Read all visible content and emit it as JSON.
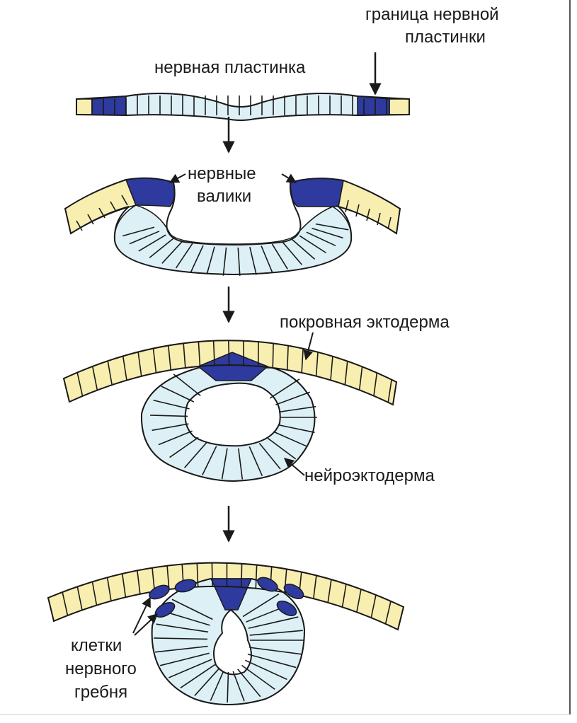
{
  "labels": {
    "plate_border_1": "граница нервной",
    "plate_border_2": "пластинки",
    "neural_plate": "нервная пластинка",
    "neural_folds_1": "нервные",
    "neural_folds_2": "валики",
    "surface_ectoderm": "покровная эктодерма",
    "neuroectoderm": "нейроэктодерма",
    "crest_1": "клетки",
    "crest_2": "нервного",
    "crest_3": "гребня"
  },
  "colors": {
    "epidermis": "#f8eeb0",
    "neural": "#dcf0f5",
    "border": "#2e3a9e",
    "outline": "#1a1a1a"
  }
}
